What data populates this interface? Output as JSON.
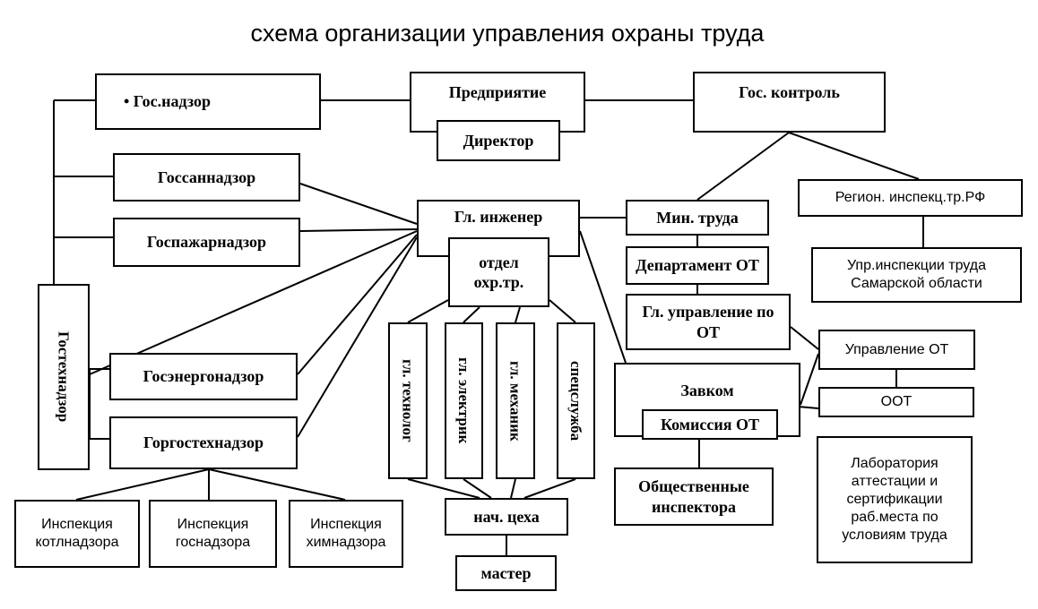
{
  "title": "схема организации управления охраны труда",
  "nodes": {
    "gosnadzor": "• Гос.надзор",
    "predpriyatie": "Предприятие",
    "direktor": "Директор",
    "goskontrol": "Гос. контроль",
    "gossannadzor": "Госсаннадзор",
    "gospozharnadzor": "Госпажарнадзор",
    "gostehnadzor": "Гостехнадзор",
    "gosenergonadzor": "Госэнергонадзор",
    "gorgostehnadzor": "Горгостехнадзор",
    "insp_kotlnadzora": "Инспекция котлнадзора",
    "insp_gosnadzora": "Инспекция госнадзора",
    "insp_himnadzora": "Инспекция химнадзора",
    "gl_inzhener": "Гл. инженер",
    "otdel_ohr": "отдел охр.тр.",
    "gl_tehnolog": "гл. технолог",
    "gl_elektrik": "гл. электрик",
    "gl_mehanik": "гл. механик",
    "specsluzhba": "спецслужба",
    "nach_ceha": "нач. цеха",
    "master": "мастер",
    "min_truda": "Мин. труда",
    "departament_ot": "Департамент ОТ",
    "gl_upravlenie": "Гл. управление по ОТ",
    "zavkom": "Завком",
    "komissiya_ot": "Комиссия ОТ",
    "obsh_inspektora": "Общественные инспектора",
    "region_inspekc": "Регион. инспекц.тр.РФ",
    "upr_inspekcii": "Упр.инспекции труда Самарской области",
    "upravlenie_ot": "Управление ОТ",
    "oot": "ООТ",
    "laboratoriya": "Лаборатория аттестации и сертификации раб.места по условиям труда"
  }
}
